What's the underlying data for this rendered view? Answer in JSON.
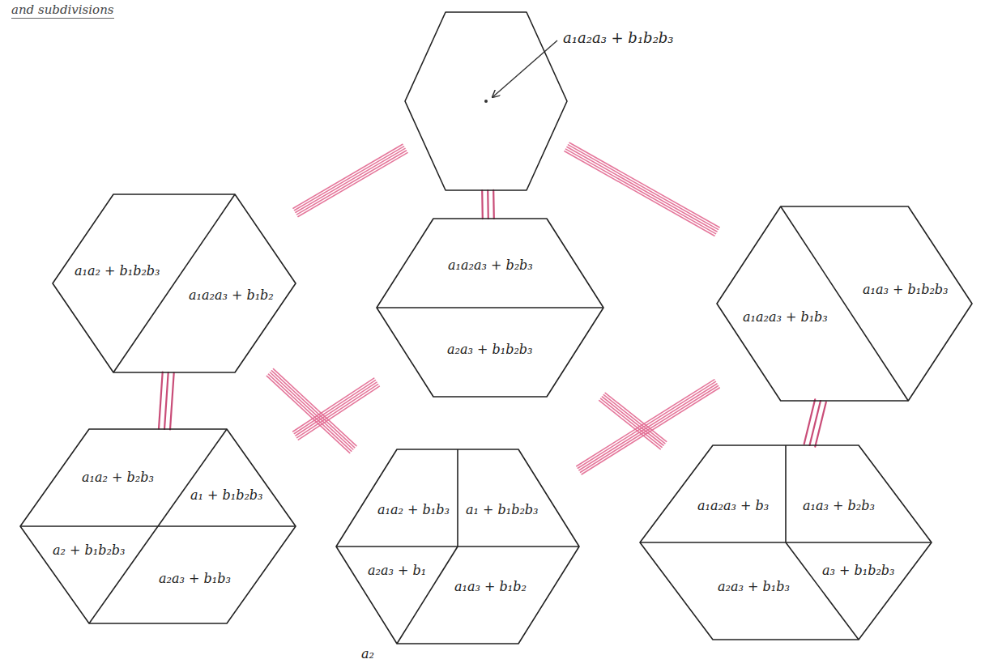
{
  "diagram": {
    "title": "and subdivisions",
    "nodes": [
      {
        "text": [
          "a₁a₂a₃ + b₁b₂b₃"
        ]
      },
      {},
      {
        "text": [
          "a₁a₂a₃ + b₂b₃"
        ],
        "in": 1
      },
      {
        "text": [
          "a₂a₃ + b₁b₂b₃"
        ],
        "in": 1
      },
      {},
      {
        "text": [
          "a₁a₂ + b₁b₂b₃"
        ],
        "in": 4
      },
      {
        "text": [
          "a₁a₂a₃ + b₁b₂"
        ],
        "in": 4
      },
      {},
      {
        "text": [
          "a₁a₃ + b₁b₂b₃"
        ],
        "in": 7
      },
      {
        "text": [
          "a₁a₂a₃ + b₁b₃"
        ],
        "in": 7
      },
      {},
      {
        "text": [
          "a₁a₂ + b₂b₃"
        ],
        "in": 10
      },
      {
        "text": [
          "a₁ + b₁b₂b₃"
        ],
        "in": 10
      },
      {
        "text": [
          "a₂ + b₁b₂b₃"
        ],
        "in": 10
      },
      {
        "text": [
          "a₂a₃ + b₁b₃"
        ],
        "in": 10
      },
      {},
      {
        "text": [
          "a₁ + b₁b₂b₃"
        ],
        "in": 15
      },
      {
        "text": [
          "a₁a₂ + b₁b₃"
        ],
        "in": 15
      },
      {
        "text": [
          "a₁a₃ + b₁b₂"
        ],
        "in": 15
      },
      {
        "text": [
          "a₂a₃ + b₁"
        ],
        "in": 15
      },
      {},
      {
        "text": [
          "a₁a₂a₃ + b₃"
        ],
        "in": 20
      },
      {
        "text": [
          "a₁a₃ + b₂b₃"
        ],
        "in": 20
      },
      {
        "text": [
          "a₂a₃ + b₁b₃"
        ],
        "in": 20
      },
      {
        "text": [
          "a₃ + b₁b₂b₃"
        ],
        "in": 20
      }
    ],
    "edges": [
      {
        "from": 0,
        "to": 4,
        "arrow": "none"
      },
      {
        "from": 0,
        "to": 7,
        "arrow": "none"
      },
      {
        "from": 0,
        "to": 1,
        "arrow": "none"
      },
      {
        "from": 4,
        "to": 10,
        "arrow": "none"
      },
      {
        "from": 7,
        "to": 20,
        "arrow": "none"
      },
      {
        "from": 4,
        "to": 15,
        "arrow": "none"
      },
      {
        "from": 1,
        "to": 10,
        "arrow": "none"
      },
      {
        "from": 1,
        "to": 20,
        "arrow": "none"
      },
      {
        "from": 7,
        "to": 15,
        "arrow": "none"
      }
    ],
    "labels": [
      "a₂"
    ]
  }
}
